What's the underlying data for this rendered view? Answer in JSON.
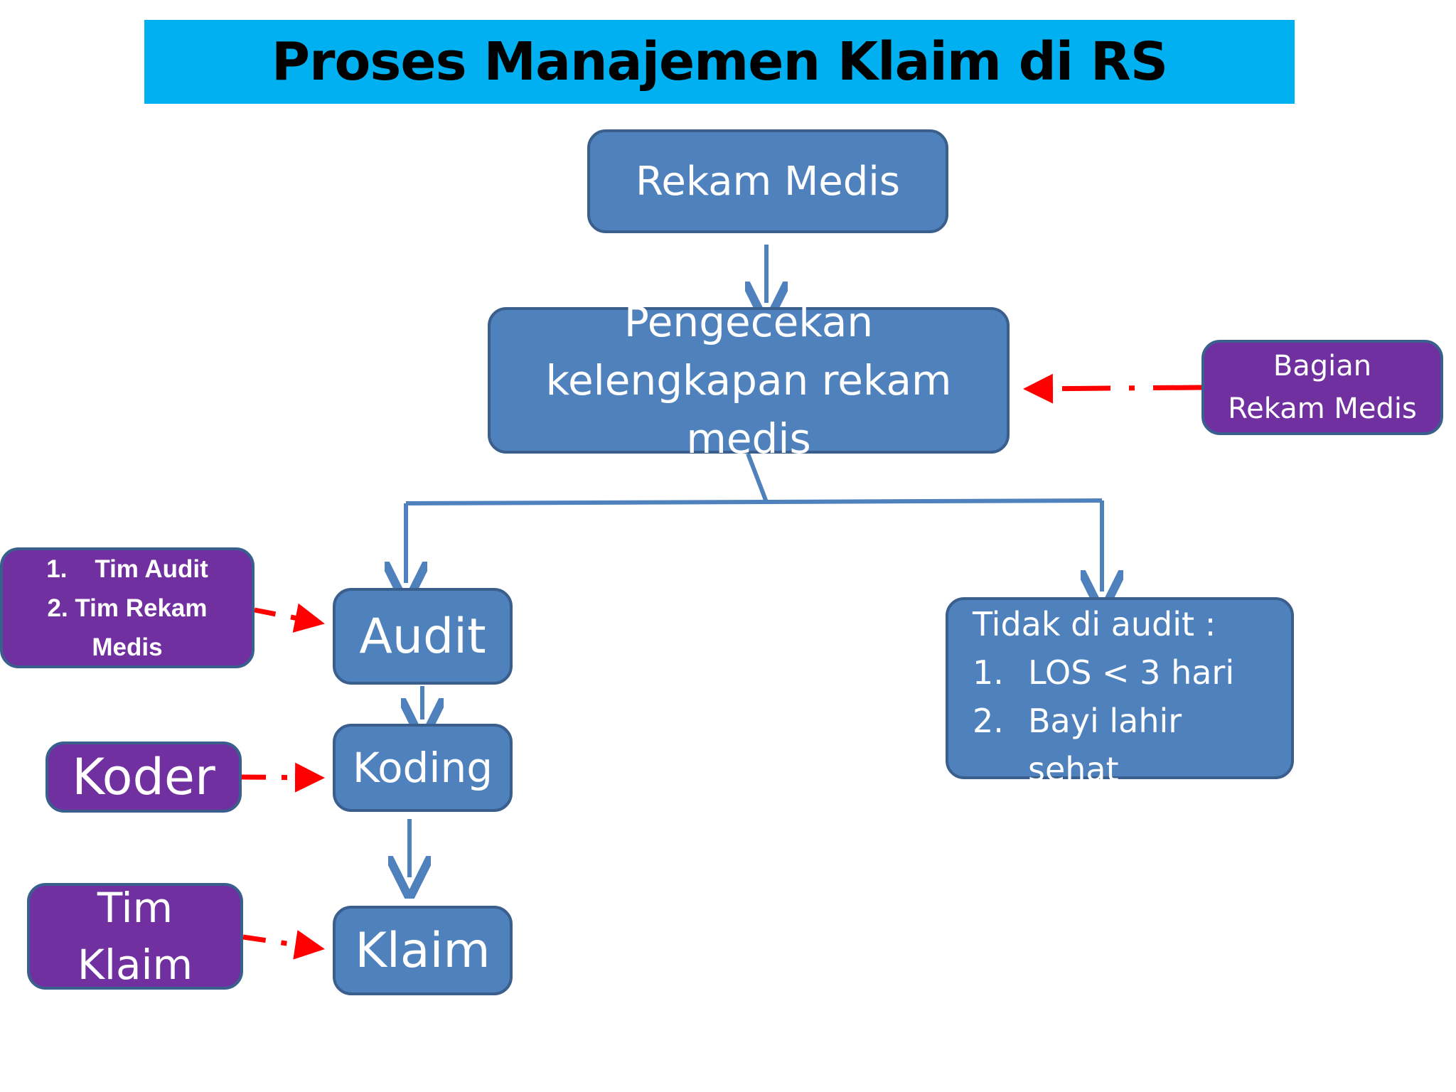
{
  "title": "Proses Manajemen Klaim di RS",
  "nodes": {
    "rekam_medis": "Rekam Medis",
    "pengecekan": [
      "Pengecekan",
      "kelengkapan rekam",
      "medis"
    ],
    "audit": "Audit",
    "koding": "Koding",
    "klaim": "Klaim",
    "tidak_audit": {
      "heading": "Tidak di audit :",
      "items": [
        {
          "num": "1.",
          "text": "LOS < 3 hari"
        },
        {
          "num": "2.",
          "text": "Bayi lahir",
          "cont": "sehat"
        }
      ]
    },
    "bagian_rekam_medis": [
      "Bagian",
      "Rekam Medis"
    ],
    "tim_audit": [
      "1.    Tim Audit",
      "2. Tim Rekam",
      "Medis"
    ],
    "koder": "Koder",
    "tim_klaim": [
      "Tim",
      "Klaim"
    ]
  },
  "colors": {
    "title_bg": "#00b0f0",
    "process_box": "#4f81bd",
    "role_box": "#7030a0",
    "connector": "#4f81bd",
    "dashed_arrow": "#ff0000"
  }
}
